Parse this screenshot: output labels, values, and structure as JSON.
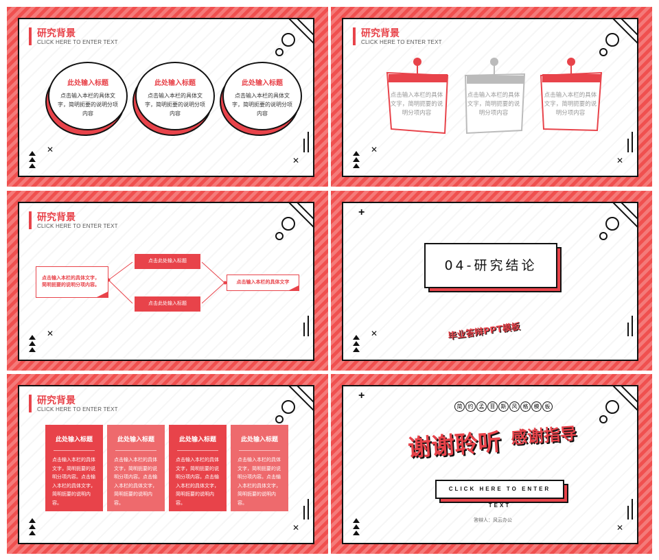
{
  "colors": {
    "accent": "#e8434a",
    "border": "#111111",
    "stripe_light": "#f47a79",
    "grey": "#bbbbbb"
  },
  "header": {
    "title": "研究背景",
    "subtitle": "CLICK HERE TO ENTER TEXT"
  },
  "slide1": {
    "items": [
      {
        "title": "此处输入标题",
        "body": "点击输入本栏的具体文字，简明扼要的说明分项内容"
      },
      {
        "title": "此处输入标题",
        "body": "点击输入本栏的具体文字，简明扼要的说明分项内容"
      },
      {
        "title": "此处输入标题",
        "body": "点击输入本栏的具体文字，简明扼要的说明分项内容"
      }
    ]
  },
  "slide2": {
    "notes": [
      {
        "body": "点击输入本栏的具体文字，简明扼要的说明分项内容",
        "color": "#e8434a"
      },
      {
        "body": "点击输入本栏的具体文字，简明扼要的说明分项内容",
        "color": "#bbbbbb"
      },
      {
        "body": "点击输入本栏的具体文字，简明扼要的说明分项内容",
        "color": "#e8434a"
      }
    ]
  },
  "slide3": {
    "left_box": "点击输入本栏的具体文字，简明扼要的说明分项内容。",
    "top_box": "点击此处输入标题",
    "bottom_box": "点击此处输入标题",
    "right_box": "点击输入本栏的具体文字"
  },
  "slide4": {
    "section": "04-研究结论",
    "subtitle": "毕业答辩PPT模板"
  },
  "slide5": {
    "cards": [
      {
        "title": "此处输入标题",
        "body": "点击输入本栏的具体文字，简明扼要的说明分项内容。点击输入本栏的具体文字，简明扼要的说明内容。"
      },
      {
        "title": "此处输入标题",
        "body": "点击输入本栏的具体文字，简明扼要的说明分项内容。点击输入本栏的具体文字，简明扼要的说明内容。"
      },
      {
        "title": "此处输入标题",
        "body": "点击输入本栏的具体文字，简明扼要的说明分项内容。点击输入本栏的具体文字，简明扼要的说明内容。"
      },
      {
        "title": "此处输入标题",
        "body": "点击输入本栏的具体文字，简明扼要的说明分项内容。点击输入本栏的具体文字，简明扼要的说明内容。"
      }
    ]
  },
  "slide6": {
    "style_chars": [
      "简",
      "约",
      "孟",
      "菲",
      "斯",
      "风",
      "格",
      "模",
      "板"
    ],
    "thanks_big": "谢谢聆听",
    "thanks_small": "感谢指导",
    "cta": "CLICK HERE TO ENTER TEXT",
    "presenter": "答辩人：风云办公"
  },
  "icons": [
    "corner-stripe-icon",
    "circle-icon",
    "x-icon",
    "plus-icon",
    "triangle-stack-icon",
    "vertical-lines-icon",
    "pin-icon"
  ]
}
